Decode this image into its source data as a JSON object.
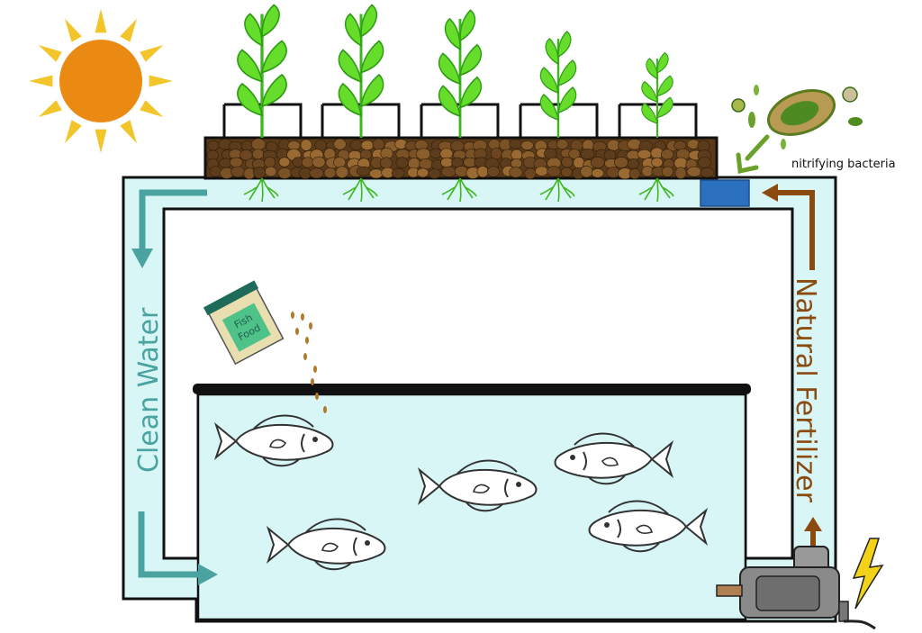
{
  "labels": {
    "clean_water": "Clean Water",
    "natural_fertilizer": "Natural Fertilizer",
    "nitrifying_bacteria": "nitrifying bacteria",
    "fish_food_line1": "Fish",
    "fish_food_line2": "Food"
  },
  "colors": {
    "water": "#d9f6f6",
    "clean_arrow": "#4aa3a0",
    "fertilizer_arrow": "#8b4a10",
    "sun": "#ea8a12",
    "sun_rays": "#f2c52a",
    "leaf": "#66dd2a",
    "gravel": "#7a5226",
    "filter": "#2b6fbf",
    "bolt": "#f3d21a"
  },
  "icons": [
    "sun-icon",
    "plant-icon",
    "fish-icon",
    "pump-icon",
    "lightning-bolt-icon",
    "bacteria-icon",
    "fish-food-can-icon"
  ]
}
